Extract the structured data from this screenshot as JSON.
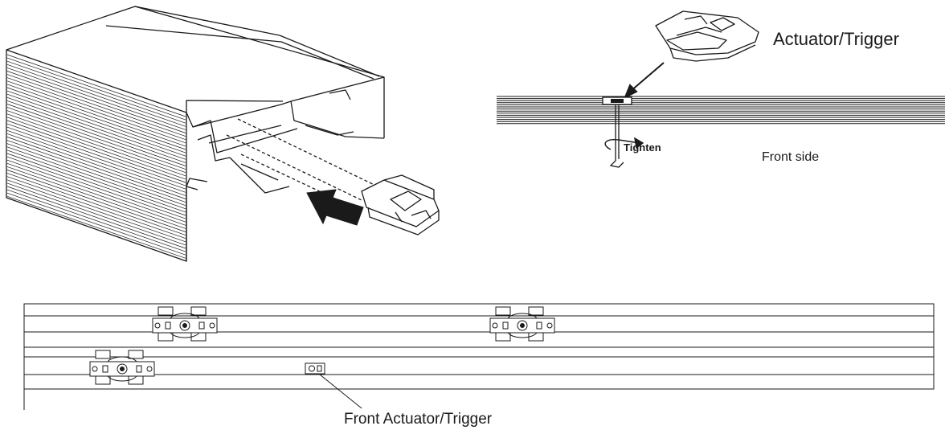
{
  "labels": {
    "actuator_trigger": "Actuator/Trigger",
    "tighten": "Tighten",
    "front_side": "Front side",
    "front_actuator_trigger": "Front Actuator/Trigger"
  },
  "colors": {
    "stroke": "#1a1a1a",
    "background": "#ffffff",
    "arrow_fill": "#1a1a1a"
  },
  "icons": {
    "insertion_arrow": "bold-arrow-icon",
    "pointer_arrow": "thin-arrow-icon",
    "rotation_arrow": "curved-arrow-icon"
  }
}
